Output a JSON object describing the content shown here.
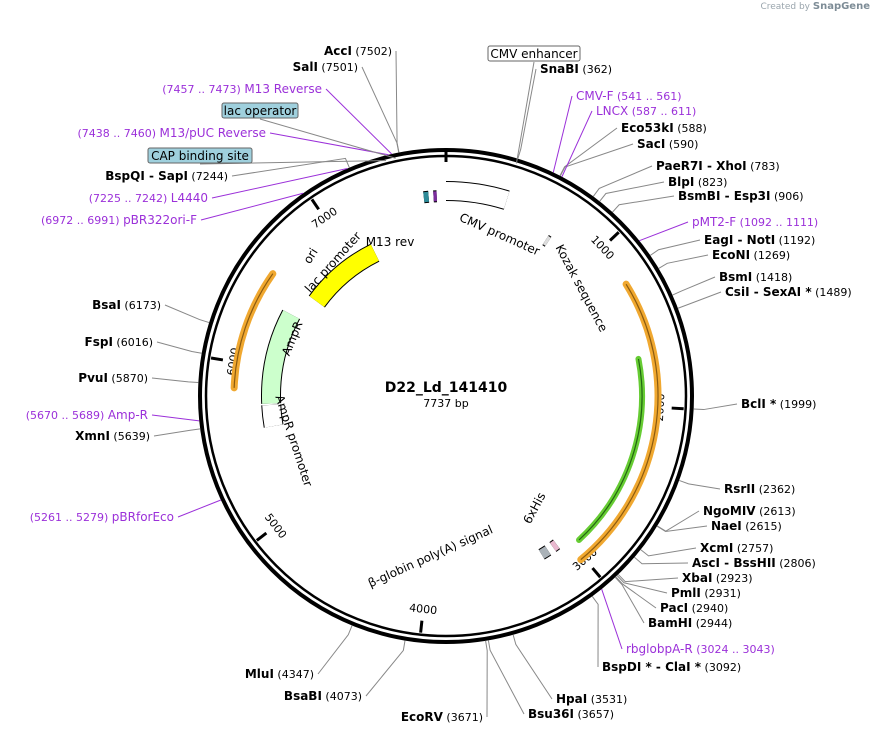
{
  "watermark": {
    "prefix": "Created by",
    "brand": "SnapGene"
  },
  "plasmid": {
    "name": "D22_Ld_141410",
    "length": 7737,
    "length_label": "7737 bp"
  },
  "ticks": [
    {
      "label": "1000",
      "pos": 1000
    },
    {
      "label": "2000",
      "pos": 2000
    },
    {
      "label": "3000",
      "pos": 3000
    },
    {
      "label": "4000",
      "pos": 4000
    },
    {
      "label": "5000",
      "pos": 5000
    },
    {
      "label": "6000",
      "pos": 6000
    },
    {
      "label": "7000",
      "pos": 7000
    }
  ],
  "features": [
    {
      "label": "CMV enhancer",
      "pos": 362,
      "boxed": true
    },
    {
      "label": "lac operator",
      "pos": 7480,
      "boxed": true,
      "boxColor": "#9fd0dd"
    },
    {
      "label": "CAP binding site",
      "pos": 7430,
      "boxed": true,
      "boxColor": "#9fd0dd"
    }
  ],
  "arrow_features": [
    {
      "label": "CMV promoter",
      "start": 0,
      "end": 370,
      "strand": 1,
      "color": "#ffffff"
    },
    {
      "label": "Kozak sequence",
      "start": 700,
      "end": 720,
      "strand": 0,
      "color": "#dddddd"
    },
    {
      "label": "6xHis",
      "start": 3080,
      "end": 3110,
      "strand": 0,
      "color": "#e9b8cf"
    },
    {
      "label": "β-globin poly(A) signal",
      "start": 3150,
      "end": 3200,
      "strand": 0,
      "color": "#aab2b8"
    },
    {
      "label": "ori",
      "start": 6580,
      "end": 7170,
      "strand": 1,
      "color": "#ffff00"
    },
    {
      "label": "AmpR",
      "start": 5750,
      "end": 6400,
      "strand": 1,
      "color": "#ccffcc"
    },
    {
      "label": "AmpR promoter",
      "start": 5590,
      "end": 5740,
      "strand": 1,
      "color": "#ffffff"
    },
    {
      "label": "lac promoter",
      "start": 7600,
      "end": 7630,
      "strand": 0,
      "color": "#2e8b98"
    },
    {
      "label": "M13 rev",
      "start": 7660,
      "end": 7680,
      "strand": 0,
      "color": "#7b2c9d"
    }
  ],
  "enzymes_right": [
    {
      "name": "SnaBI",
      "pos": "(362)"
    },
    {
      "name": "Eco53kI",
      "pos": "(588)"
    },
    {
      "name": "SacI",
      "pos": "(590)"
    },
    {
      "name": "PaeR7I  -  XhoI",
      "pos": "(783)"
    },
    {
      "name": "BlpI",
      "pos": "(823)"
    },
    {
      "name": "BsmBI  -  Esp3I",
      "pos": "(906)"
    },
    {
      "name": "EagI  -  NotI",
      "pos": "(1192)"
    },
    {
      "name": "EcoNI",
      "pos": "(1269)"
    },
    {
      "name": "BsmI",
      "pos": "(1418)"
    },
    {
      "name": "CsiI  -  SexAI *",
      "pos": "(1489)"
    },
    {
      "name": "BclI *",
      "pos": "(1999)"
    },
    {
      "name": "RsrII",
      "pos": "(2362)"
    },
    {
      "name": "NgoMIV",
      "pos": "(2613)"
    },
    {
      "name": "NaeI",
      "pos": "(2615)"
    },
    {
      "name": "XcmI",
      "pos": "(2757)"
    },
    {
      "name": "AscI  -  BssHII",
      "pos": "(2806)"
    },
    {
      "name": "XbaI",
      "pos": "(2923)"
    },
    {
      "name": "PmlI",
      "pos": "(2931)"
    },
    {
      "name": "PacI",
      "pos": "(2940)"
    },
    {
      "name": "BamHI",
      "pos": "(2944)"
    },
    {
      "name": "BspDI *  -  ClaI *",
      "pos": "(3092)"
    },
    {
      "name": "HpaI",
      "pos": "(3531)"
    },
    {
      "name": "Bsu36I",
      "pos": "(3657)"
    }
  ],
  "enzymes_left": [
    {
      "name": "AccI",
      "pos": "(7502)"
    },
    {
      "name": "SalI",
      "pos": "(7501)"
    },
    {
      "name": "BspQI  -  SapI",
      "pos": "(7244)"
    },
    {
      "name": "BsaI",
      "pos": "(6173)"
    },
    {
      "name": "FspI",
      "pos": "(6016)"
    },
    {
      "name": "PvuI",
      "pos": "(5870)"
    },
    {
      "name": "XmnI",
      "pos": "(5639)"
    },
    {
      "name": "MluI",
      "pos": "(4347)"
    },
    {
      "name": "BsaBI",
      "pos": "(4073)"
    },
    {
      "name": "EcoRV",
      "pos": "(3671)"
    }
  ],
  "primers": [
    {
      "name": "CMV-F",
      "range": "(541 .. 561)"
    },
    {
      "name": "LNCX",
      "range": "(587 .. 611)"
    },
    {
      "name": "pMT2-F",
      "range": "(1092 .. 1111)"
    },
    {
      "name": "rbglobpA-R",
      "range": "(3024 .. 3043)"
    },
    {
      "name": "M13 Reverse",
      "range": "(7457 .. 7473)"
    },
    {
      "name": "M13/pUC Reverse",
      "range": "(7438 .. 7460)"
    },
    {
      "name": "L4440",
      "range": "(7225 .. 7242)"
    },
    {
      "name": "pBR322ori-F",
      "range": "(6972 .. 6991)"
    },
    {
      "name": "Amp-R",
      "range": "(5670 .. 5689)"
    },
    {
      "name": "pBRforEco",
      "range": "(5261 .. 5279)"
    }
  ],
  "colors": {
    "primer": "#9b30d9",
    "orf": "#f0a830",
    "orf_green": "#66cc33",
    "backbone": "#000000"
  }
}
